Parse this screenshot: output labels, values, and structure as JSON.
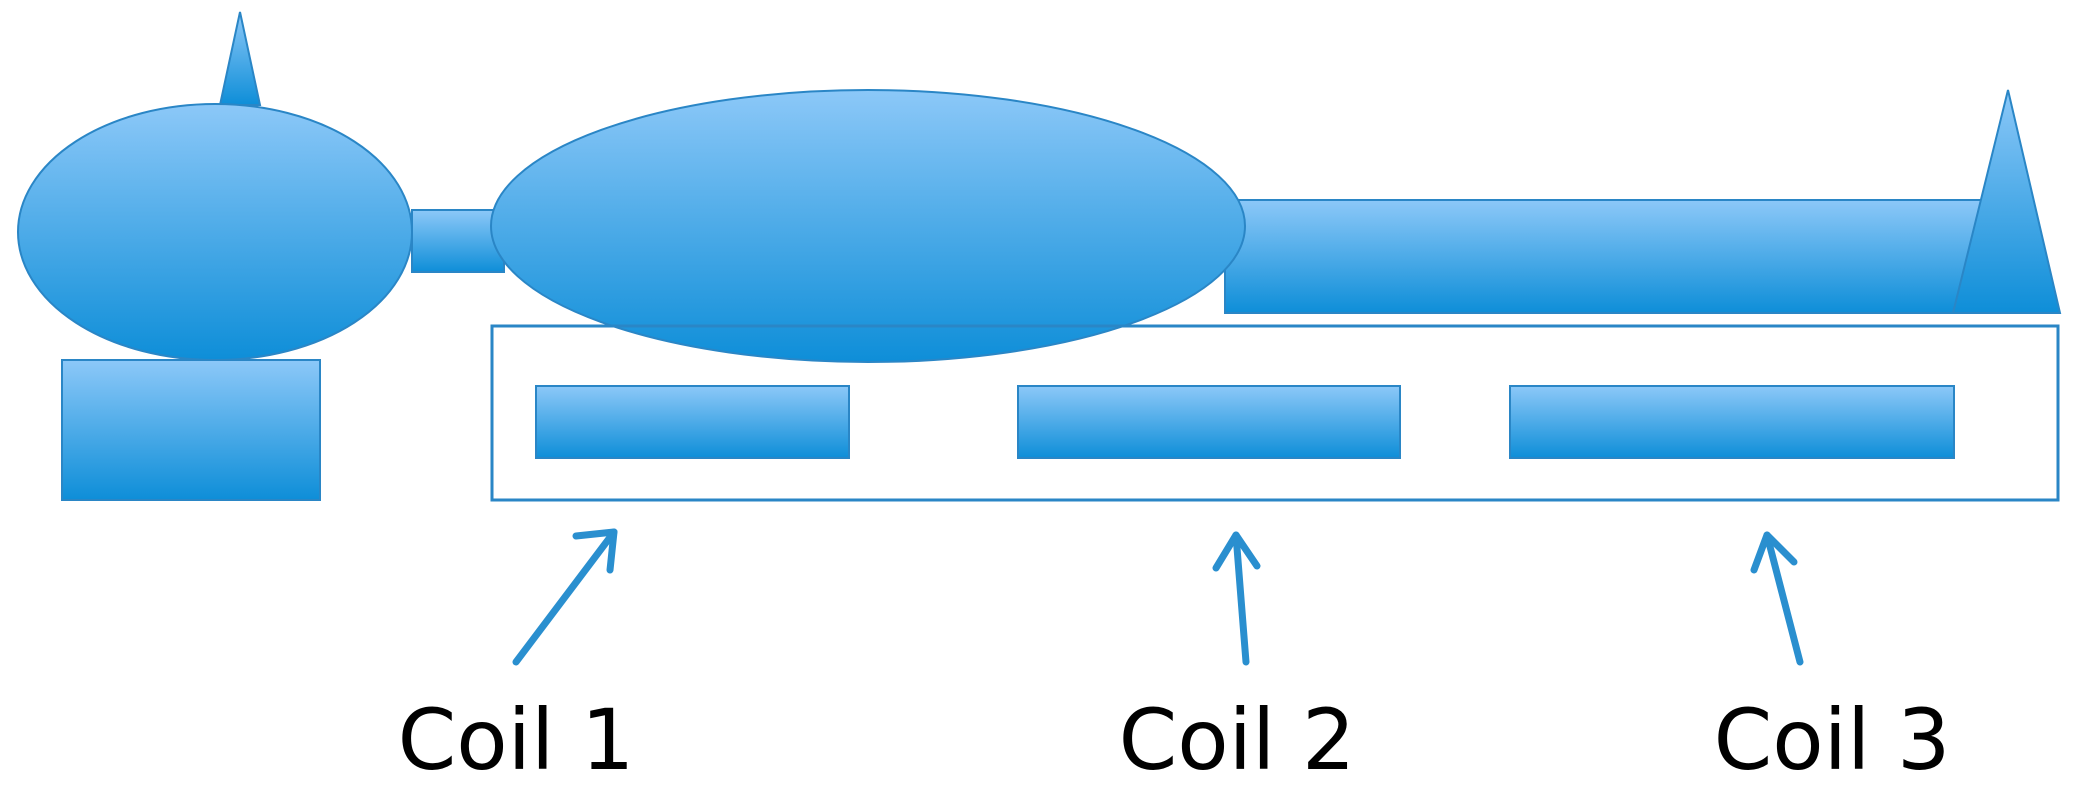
{
  "colors": {
    "body_fill_top": "#8cc8f8",
    "body_fill_bottom": "#0e8ed8",
    "outline": "#2a86c6",
    "arrow": "#2a8fcf",
    "label_text": "#000000"
  },
  "coils": [
    {
      "label": "Coil 1"
    },
    {
      "label": "Coil 2"
    },
    {
      "label": "Coil 3"
    }
  ]
}
